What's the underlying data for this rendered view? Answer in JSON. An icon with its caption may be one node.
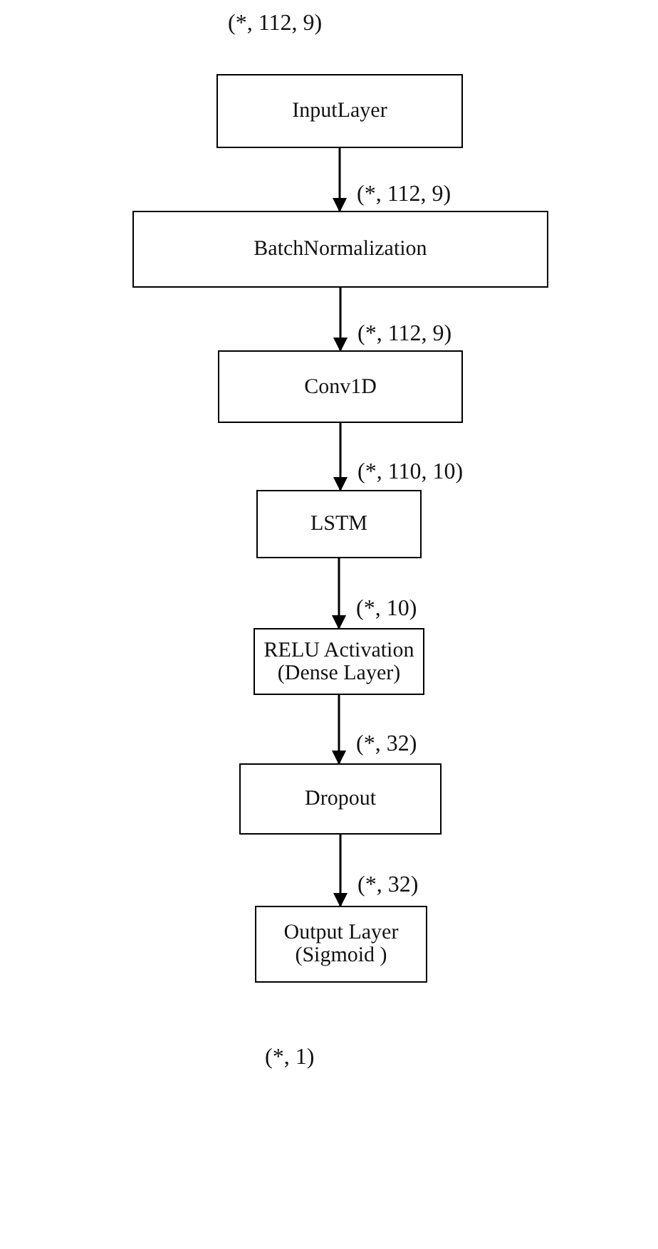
{
  "diagram": {
    "nodes": [
      {
        "text": [
          "InputLayer"
        ],
        "beside": [
          "(*, 112, 9)"
        ]
      },
      {
        "text": [
          "BatchNormalization"
        ]
      },
      {
        "text": [
          "Conv1D"
        ]
      },
      {
        "text": [
          "LSTM"
        ]
      },
      {
        "text": [
          "RELU Activation (Dense Layer)"
        ]
      },
      {
        "text": [
          "Dropout"
        ]
      },
      {
        "text": [
          "Output Layer (Sigmoid )"
        ],
        "beside": [
          "(*, 1)"
        ]
      }
    ],
    "edges": [
      {
        "from": 0,
        "to": 1,
        "arrow": "to",
        "label": "(*, 112, 9)"
      },
      {
        "from": 1,
        "to": 2,
        "arrow": "to",
        "label": "(*, 112, 9)"
      },
      {
        "from": 2,
        "to": 3,
        "arrow": "to",
        "label": "(*, 110, 10)"
      },
      {
        "from": 3,
        "to": 4,
        "arrow": "to",
        "label": "(*, 10)"
      },
      {
        "from": 4,
        "to": 5,
        "arrow": "to",
        "label": "(*, 32)"
      },
      {
        "from": 5,
        "to": 6,
        "arrow": "to",
        "label": "(*, 32)"
      }
    ]
  }
}
